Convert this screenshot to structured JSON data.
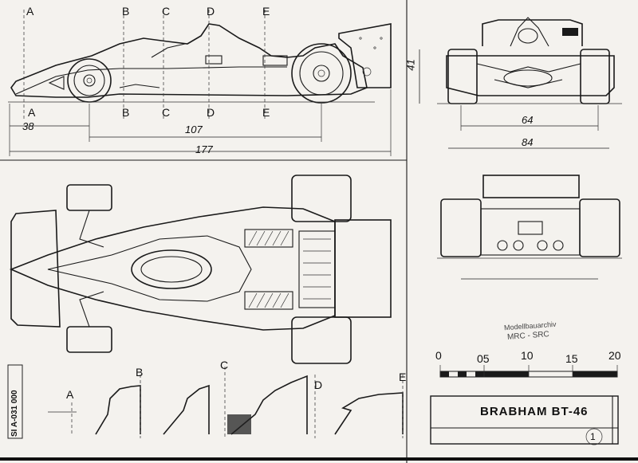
{
  "side_view": {
    "stations_top": [
      "A",
      "B",
      "C",
      "D",
      "E"
    ],
    "stations_bottom": [
      "A",
      "B",
      "C",
      "D",
      "E"
    ],
    "dimensions": [
      "38",
      "107",
      "177"
    ]
  },
  "front_view": {
    "dimensions": [
      "41",
      "64",
      "84"
    ]
  },
  "sections": {
    "labels": [
      "A",
      "B",
      "C",
      "D",
      "E"
    ]
  },
  "scale_bar": {
    "ticks": [
      "0",
      "05",
      "10",
      "15",
      "20"
    ]
  },
  "title_block": {
    "title": "BRABHAM  BT-46",
    "sheet": "1",
    "stamp_line1": "Modellbauarchiv",
    "stamp_line2": "MRC - SRC",
    "side_stamp": "SI  A-031  000"
  },
  "colors": {
    "paper": "#f4f2ee",
    "ink": "#1a1a1a"
  }
}
